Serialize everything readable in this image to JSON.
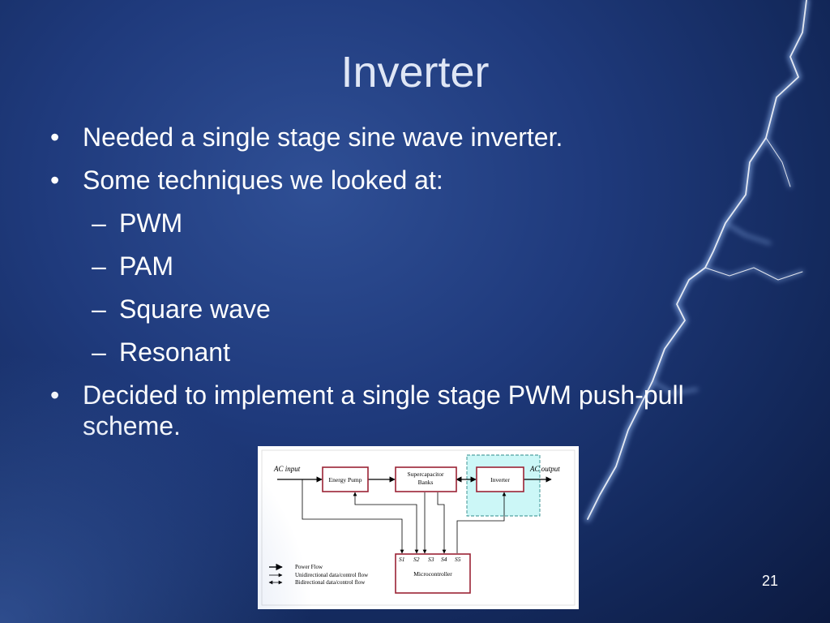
{
  "slide": {
    "title": "Inverter",
    "bullets": [
      "Needed a single stage sine wave inverter.",
      "Some techniques we looked at:"
    ],
    "sub_bullets": [
      "PWM",
      "PAM",
      "Square wave",
      "Resonant"
    ],
    "final_bullet": "Decided to implement a single stage PWM push-pull scheme.",
    "bullet_mark": "•",
    "sub_mark": "–",
    "page_number": "21"
  },
  "diagram": {
    "ac_input": "AC input",
    "ac_output": "AC output",
    "energy_pump": "Energy Pump",
    "supercap_line1": "Supercapacitor",
    "supercap_line2": "Banks",
    "inverter": "Inverter",
    "microcontroller": "Microcontroller",
    "switches": [
      "S1",
      "S2",
      "S3",
      "S4",
      "S5"
    ],
    "legend": [
      "Power Flow",
      "Unidirectional data/control flow",
      "Bidirectional data/control flow"
    ],
    "colors": {
      "block_border": "#9b2335",
      "highlight_fill": "#ccf7f7",
      "highlight_border": "#2e8b8b"
    }
  }
}
